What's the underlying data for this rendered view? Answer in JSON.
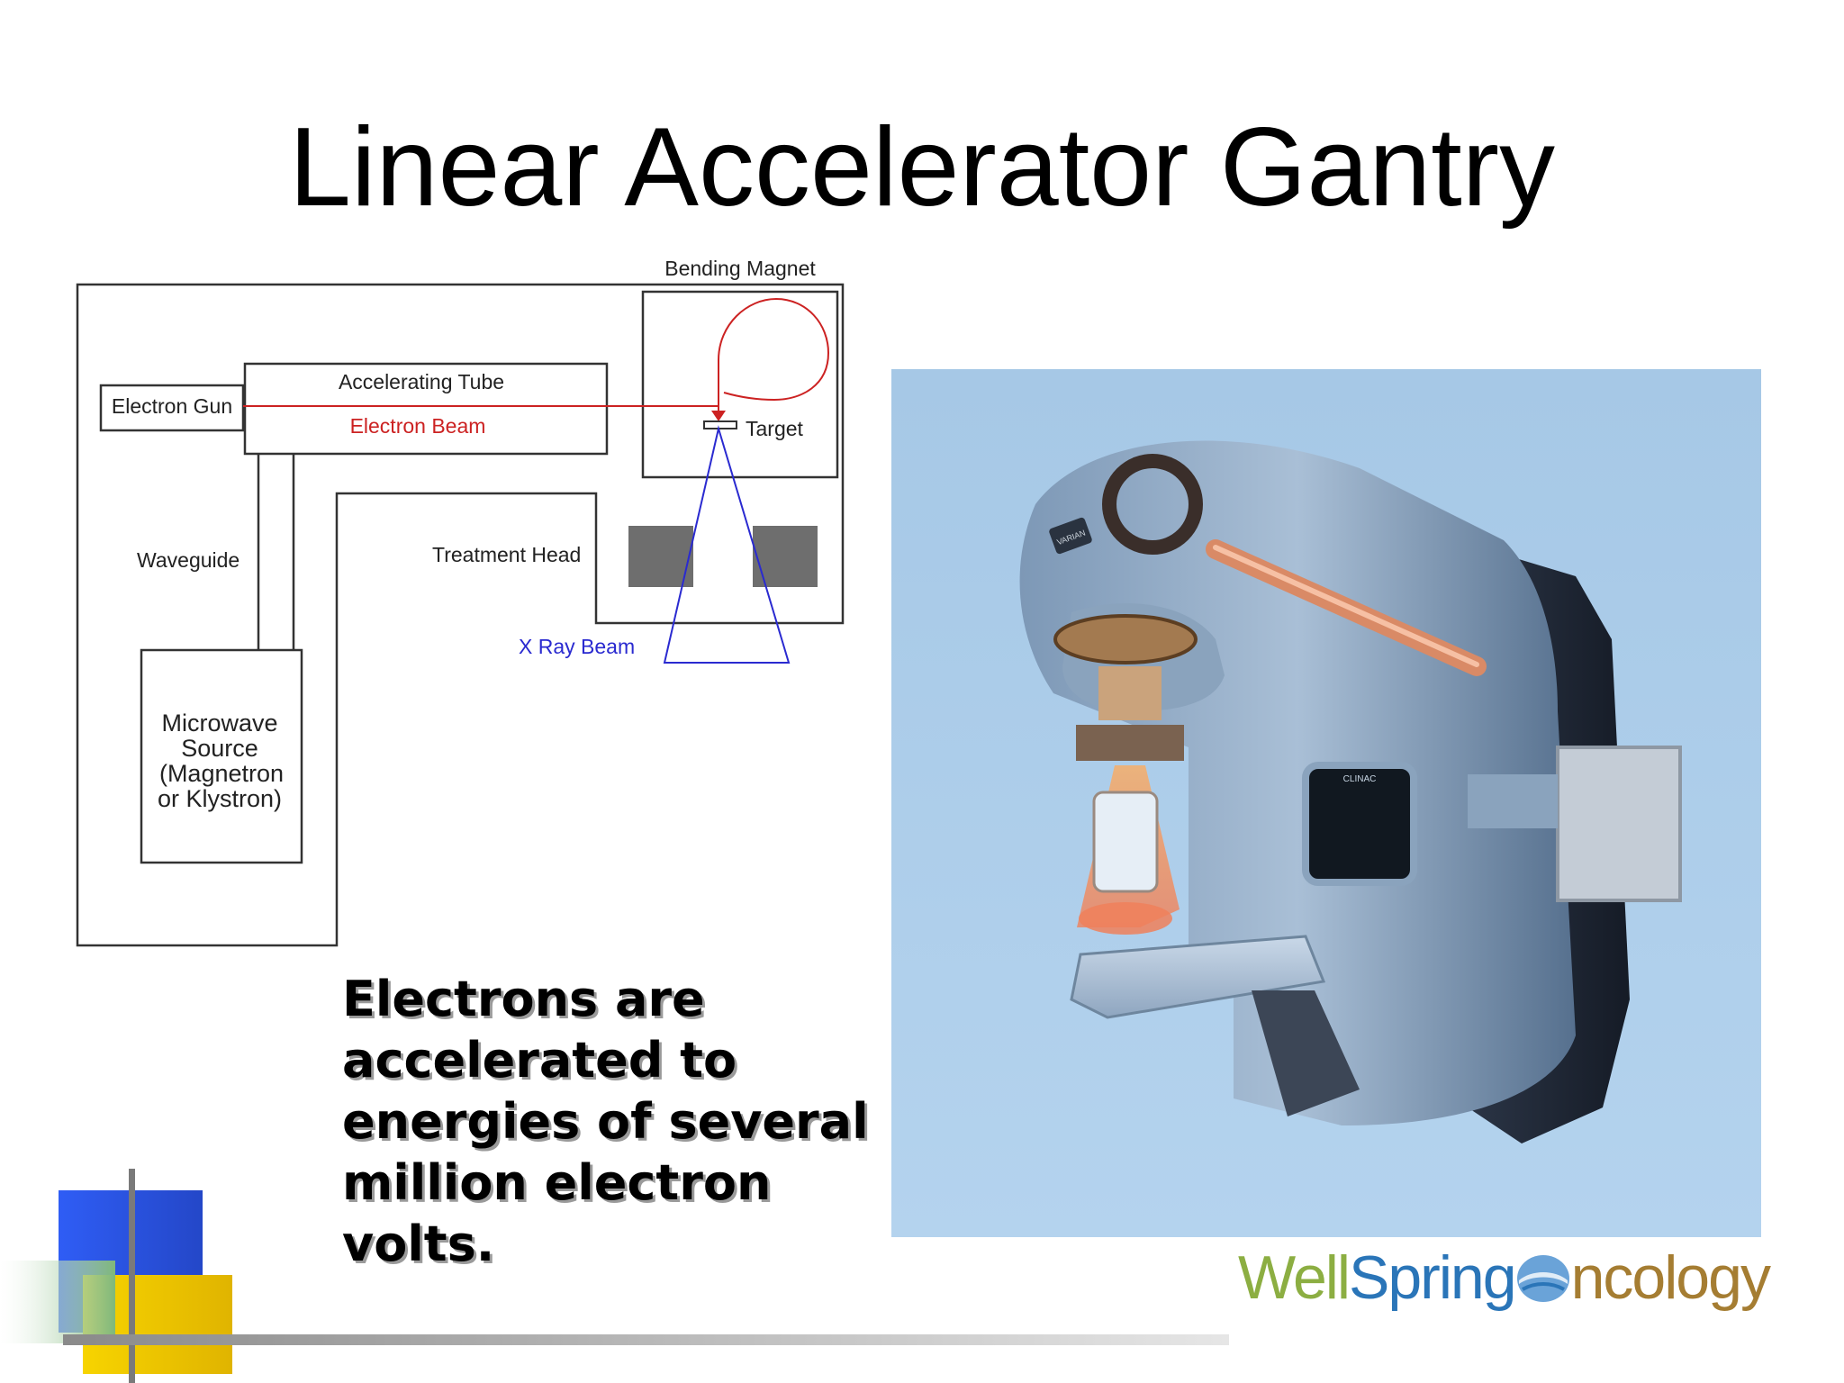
{
  "slide": {
    "title": "Linear Accelerator Gantry",
    "body_lines": [
      "Electrons are",
      "accelerated to",
      "energies of several",
      "million electron",
      "volts."
    ]
  },
  "diagram": {
    "labels": {
      "bending_magnet": "Bending Magnet",
      "accelerating_tube": "Accelerating Tube",
      "electron_gun": "Electron Gun",
      "electron_beam": "Electron Beam",
      "target": "Target",
      "waveguide": "Waveguide",
      "treatment_head": "Treatment Head",
      "xray_beam": "X Ray Beam",
      "microwave_source": [
        "Microwave",
        "Source",
        "(Magnetron",
        "or Klystron)"
      ]
    },
    "colors": {
      "outline": "#333333",
      "electron_beam": "#cc2222",
      "xray_beam": "#2a2ad0",
      "collimator": "#6e6e6e"
    }
  },
  "photo": {
    "description_icon": "linac-gantry-machine-image",
    "background": "#a9cbe8",
    "panel_label": "CLINAC",
    "badge_label": "VARIAN"
  },
  "logo": {
    "part1": "Well",
    "part2": "Spring",
    "part3": "ncology",
    "colors": {
      "well": "#8cae42",
      "spring": "#2a75b8",
      "oncology": "#a57d32"
    }
  },
  "colors": {
    "accent_blue": "#2f5df5",
    "accent_yellow": "#f5c800",
    "accent_green": "#a8d8a0"
  }
}
